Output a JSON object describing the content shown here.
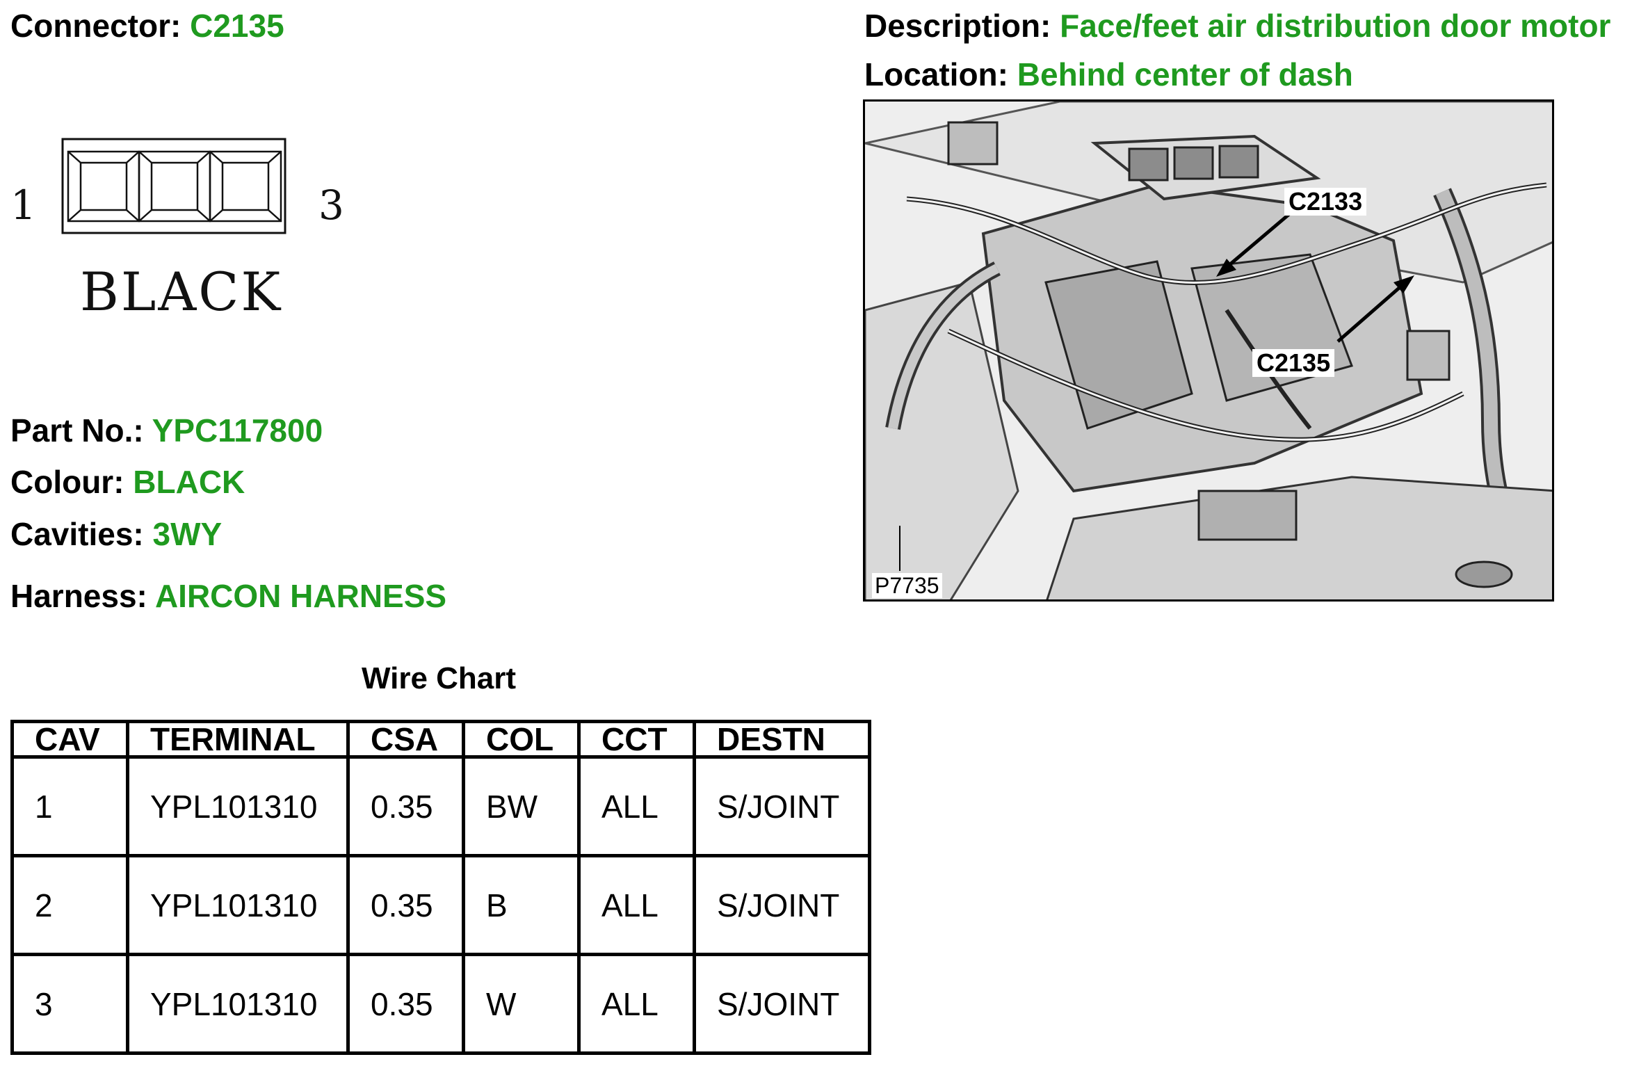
{
  "connector": {
    "label": "Connector:",
    "value": "C2135"
  },
  "description": {
    "label": "Description:",
    "value": "Face/feet air distribution door motor"
  },
  "location": {
    "label": "Location:",
    "value": "Behind center of dash"
  },
  "diagram": {
    "pin_first": "1",
    "pin_last": "3",
    "colour_text": "BLACK"
  },
  "details": {
    "part": {
      "label": "Part No.:",
      "value": "YPC117800"
    },
    "colour": {
      "label": "Colour:",
      "value": "BLACK"
    },
    "cavities": {
      "label": "Cavities:",
      "value": "3WY"
    },
    "harness": {
      "label": "Harness:",
      "value": "AIRCON HARNESS"
    }
  },
  "photo": {
    "callouts": [
      "C2133",
      "C2135"
    ],
    "figure_ref": "P7735"
  },
  "wire_chart": {
    "title": "Wire Chart",
    "headers": [
      "CAV",
      "TERMINAL",
      "CSA",
      "COL",
      "CCT",
      "DESTN"
    ],
    "rows": [
      [
        "1",
        "YPL101310",
        "0.35",
        "BW",
        "ALL",
        "S/JOINT"
      ],
      [
        "2",
        "YPL101310",
        "0.35",
        "B",
        "ALL",
        "S/JOINT"
      ],
      [
        "3",
        "YPL101310",
        "0.35",
        "W",
        "ALL",
        "S/JOINT"
      ]
    ]
  },
  "colors": {
    "value_green": "#1f9a1f"
  }
}
